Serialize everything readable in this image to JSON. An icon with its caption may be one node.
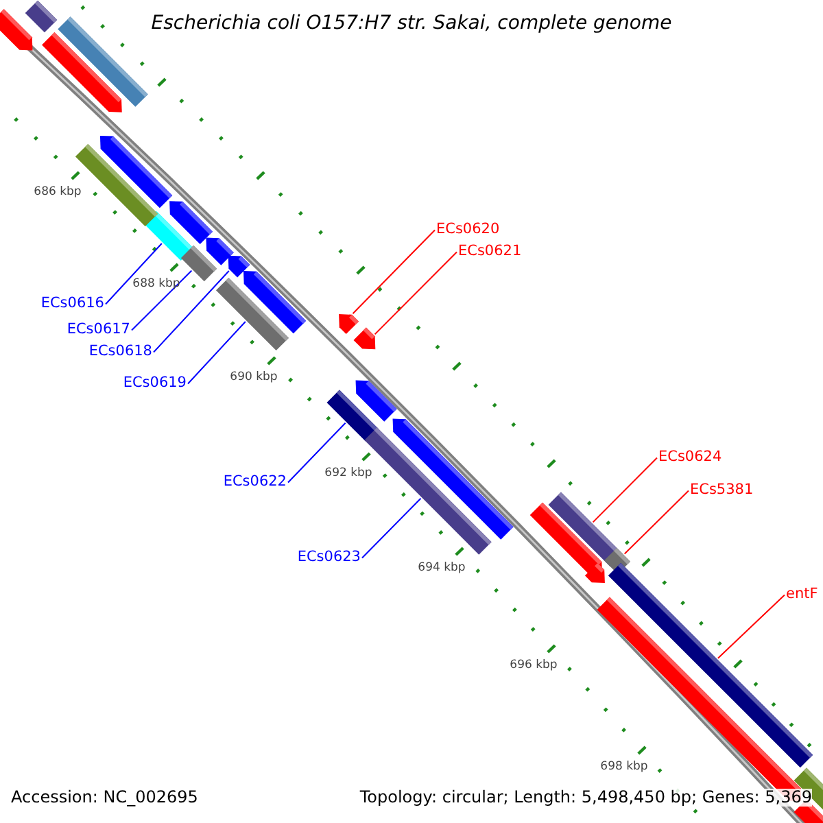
{
  "diagram": {
    "title": "Escherichia coli O157:H7 str. Sakai, complete genome",
    "nodes": [
      {
        "text": [
          "ECs0616"
        ]
      },
      {
        "text": [
          "ECs0617"
        ]
      },
      {
        "text": [
          "ECs0618"
        ]
      },
      {
        "text": [
          "ECs0619"
        ]
      },
      {
        "text": [
          "ECs0620"
        ]
      },
      {
        "text": [
          "ECs0621"
        ]
      },
      {
        "text": [
          "ECs0622"
        ]
      },
      {
        "text": [
          "ECs0623"
        ]
      },
      {
        "text": [
          "ECs0624"
        ]
      },
      {
        "text": [
          "ECs5381"
        ]
      },
      {
        "text": [
          "entF"
        ]
      },
      {
        "text": [],
        "shape": "bar"
      },
      {
        "text": [],
        "shape": "bar"
      },
      {
        "text": [],
        "shape": "bar"
      },
      {
        "text": [],
        "shape": "bar"
      },
      {
        "text": [],
        "shape": "bar"
      },
      {
        "text": [],
        "shape": "bar"
      },
      {
        "text": [],
        "shape": "bar"
      },
      {
        "text": [],
        "shape": "bar"
      },
      {
        "text": [],
        "shape": "bar"
      },
      {
        "text": [],
        "shape": "bar"
      },
      {
        "text": [],
        "shape": "bar"
      },
      {
        "text": [],
        "shape": "bar"
      },
      {
        "text": [],
        "shape": "bar"
      },
      {
        "text": [],
        "shape": "bar"
      },
      {
        "text": [],
        "shape": "bar"
      },
      {
        "text": [],
        "shape": "bar"
      },
      {
        "text": [],
        "shape": "bar"
      },
      {
        "text": [],
        "shape": "bar"
      },
      {
        "text": [],
        "shape": "bar"
      },
      {
        "text": [],
        "shape": "bar"
      },
      {
        "text": [],
        "shape": "bar"
      },
      {
        "text": [],
        "shape": "bar"
      },
      {
        "text": [],
        "shape": "bar"
      },
      {
        "text": [],
        "shape": "bar"
      },
      {
        "text": [],
        "shape": "bar"
      },
      {
        "text": [],
        "shape": "bar"
      },
      {
        "text": [],
        "shape": "bar"
      }
    ],
    "edges": [
      {
        "from": 0,
        "to": 11,
        "arrow": "none"
      },
      {
        "from": 1,
        "to": 12,
        "arrow": "none"
      },
      {
        "from": 2,
        "to": 13,
        "arrow": "none"
      },
      {
        "from": 3,
        "to": 14,
        "arrow": "none"
      },
      {
        "from": 4,
        "to": 15,
        "arrow": "none",
        "color": "#ff0000"
      },
      {
        "from": 5,
        "to": 16,
        "arrow": "none",
        "color": "#ff0000"
      },
      {
        "from": 6,
        "to": 17,
        "arrow": "none"
      },
      {
        "from": 7,
        "to": 18,
        "arrow": "none"
      },
      {
        "from": 8,
        "to": 19,
        "arrow": "none",
        "color": "#ff0000"
      },
      {
        "from": 9,
        "to": 20,
        "arrow": "none",
        "color": "#ff0000"
      },
      {
        "from": 10,
        "to": 21,
        "arrow": "none",
        "color": "#ff0000"
      }
    ],
    "labels": [
      "686 kbp",
      "688 kbp",
      "690 kbp",
      "692 kbp",
      "694 kbp",
      "696 kbp",
      "698 kbp",
      "Accession: NC_002695",
      "Topology: circular; Length: 5,498,450 bp; Genes: 5,369"
    ]
  }
}
